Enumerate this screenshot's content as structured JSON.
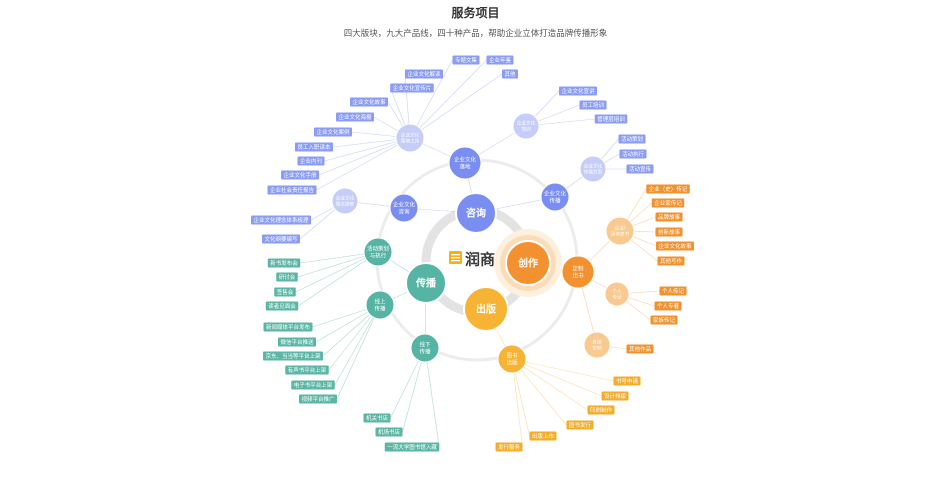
{
  "header": {
    "title": "服务项目",
    "subtitle": "四大版块，九大产品线，四十种产品，帮助企业立体打造品牌传播形象"
  },
  "center": {
    "brand": "润商",
    "logo_icon": "runshang-logo-icon",
    "logo_color": "#f2b01e"
  },
  "sectors": [
    {
      "label": "咨询",
      "color": "#7a8ef2",
      "light_color": "#c5cdf8",
      "tag_color": "#8a9cf3",
      "link_color": "#c9d0f5",
      "lines": [
        {
          "label": [
            "企业文化",
            "咨询"
          ],
          "groups": [
            {
              "label": [
                "企业文化",
                "理念提炼"
              ],
              "products": [
                "企业文化理念体系梳理",
                "文化纲要编写"
              ]
            }
          ],
          "products": []
        },
        {
          "label": [
            "企业文化",
            "落地"
          ],
          "groups": [
            {
              "label": [
                "企业文化",
                "落地工具"
              ],
              "products": [
                "专题文集",
                "企业年鉴",
                "其他",
                "企业文化解读",
                "企业文化宣传片",
                "企业文化故事",
                "企业文化海报",
                "企业文化案例",
                "员工入职读本",
                "企业内刊",
                "企业文化手册",
                "企业社会责任报告"
              ]
            },
            {
              "label": [
                "企业文化",
                "培训"
              ],
              "products": [
                "企业文化宣讲",
                "员工培训",
                "管理层培训"
              ]
            }
          ],
          "products": []
        },
        {
          "label": [
            "企业文化",
            "传播"
          ],
          "groups": [
            {
              "label": [
                "企业文化",
                "传播方案"
              ],
              "products": [
                "活动策划",
                "活动执行",
                "活动宣传"
              ]
            }
          ],
          "products": []
        }
      ]
    },
    {
      "label": "创作",
      "color": "#f39131",
      "light_color": "#f9c990",
      "tag_color": "#f0922e",
      "link_color": "#f8d2a6",
      "halo_colors": [
        "#fef0df",
        "#fcdcb6"
      ],
      "lines": [
        {
          "label": [
            "定制",
            "出书"
          ],
          "groups": [
            {
              "label": [
                "企业/",
                "团体史书"
              ],
              "products": [
                "企业（史）传记",
                "企业家传记",
                "品牌故事",
                "创新故事",
                "企业文化故事",
                "其他写作"
              ]
            },
            {
              "label": [
                "个人",
                "传记"
              ],
              "products": [
                "个人传记",
                "个人专著",
                "家族传记"
              ]
            },
            {
              "label": [
                "其他",
                "定制"
              ],
              "products": [
                "其他作品"
              ]
            }
          ],
          "products": []
        }
      ]
    },
    {
      "label": "出版",
      "color": "#f6b334",
      "light_color": "#fbd98f",
      "tag_color": "#f4ad2a",
      "link_color": "#f9dda4",
      "lines": [
        {
          "label": [
            "图书",
            "出版"
          ],
          "groups": [],
          "products": [
            "书号申请",
            "设计排版",
            "印刷制作",
            "图书发行",
            "出版上市",
            "发行服务"
          ]
        }
      ]
    },
    {
      "label": "传播",
      "color": "#55b4a4",
      "light_color": "#a8dcd2",
      "tag_color": "#5cb6a6",
      "link_color": "#acd9d0",
      "lines": [
        {
          "label": [
            "活动策划",
            "与执行"
          ],
          "groups": [],
          "products": [
            "新书发布会",
            "研讨会",
            "签售会",
            "读者见面会"
          ]
        },
        {
          "label": [
            "线上",
            "传播"
          ],
          "groups": [],
          "products": [
            "新闻媒体平台发布",
            "微信平台推送",
            "京东、当当等平台上架",
            "有声书平台上架",
            "电子书平台上架",
            "视频平台推广"
          ]
        },
        {
          "label": [
            "线下",
            "传播"
          ],
          "groups": [],
          "products": [
            "机关书店",
            "机场书店",
            "一流大学图书馆入藏"
          ]
        }
      ]
    }
  ]
}
